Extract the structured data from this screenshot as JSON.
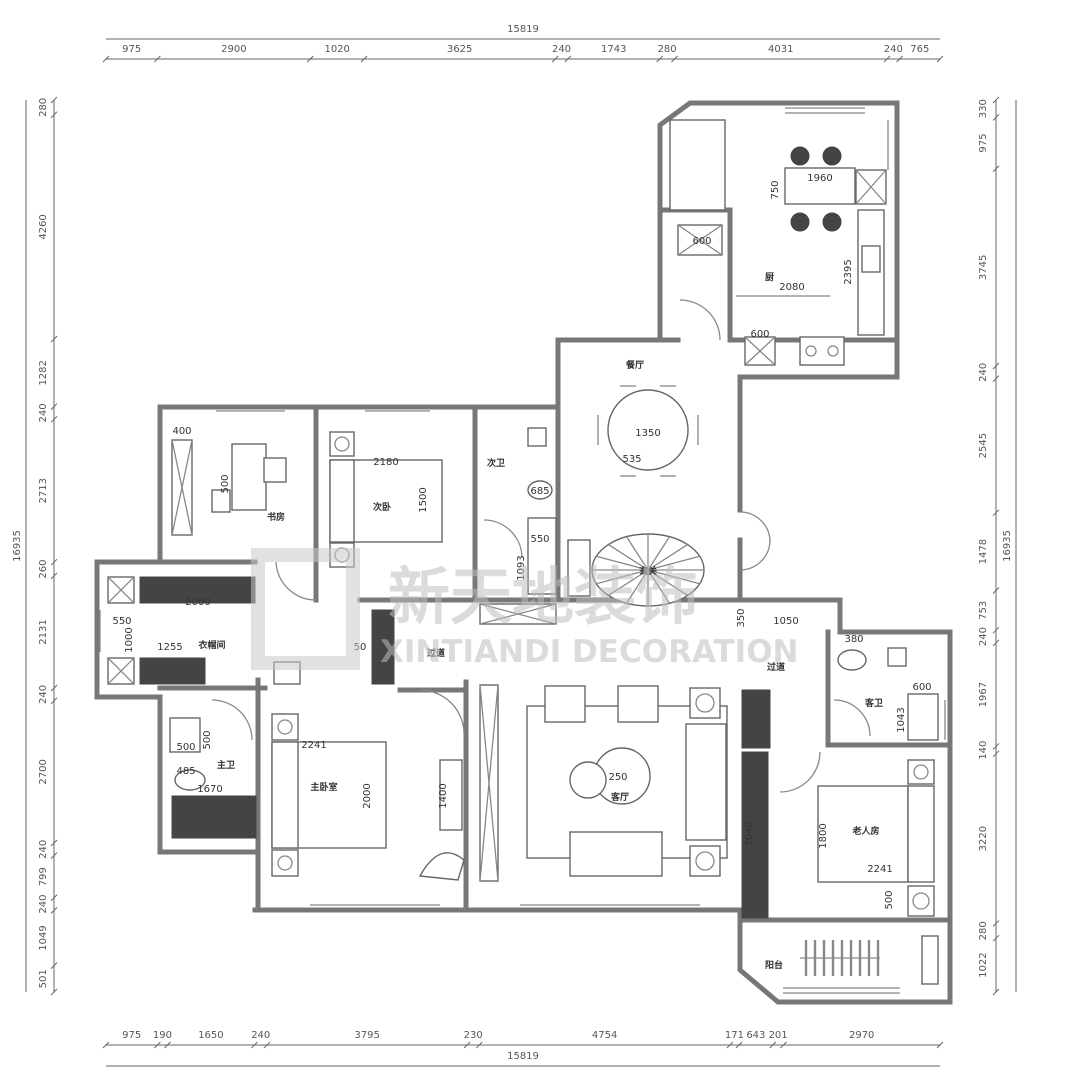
{
  "dimensions": {
    "top_total": "15819",
    "top": [
      "975",
      "2900",
      "1020",
      "3625",
      "240",
      "1743",
      "280",
      "4031",
      "240",
      "765"
    ],
    "bottom_total": "15819",
    "bottom": [
      "975",
      "190",
      "1650",
      "240",
      "3795",
      "230",
      "4754",
      "171",
      "643",
      "201",
      "2970"
    ],
    "left_total": "16935",
    "left": [
      "280",
      "4260",
      "1282",
      "240",
      "2713",
      "260",
      "2131",
      "240",
      "2700",
      "240",
      "799",
      "240",
      "1049",
      "501"
    ],
    "right_total": "16935",
    "right": [
      "330",
      "975",
      "3745",
      "240",
      "2545",
      "1478",
      "753",
      "240",
      "1967",
      "140",
      "3220",
      "280",
      "1022"
    ]
  },
  "rooms": {
    "study": "书房",
    "second_bedroom": "次卧",
    "second_bath": "次卫",
    "dining": "餐厅",
    "kitchen": "厨",
    "cloakroom": "衣帽间",
    "corridor_left": "过道",
    "master_bath": "主卫",
    "master_bedroom": "主卧室",
    "living": "客厅",
    "corridor_right": "过道",
    "guest_bath": "客卫",
    "elder_bedroom": "老人房",
    "balcony": "阳台",
    "entry": "玄关"
  },
  "measurements": {
    "kitchen_table": "1960",
    "kitchen_depth": "750",
    "kitchen_width": "2080",
    "kitchen_side": "2395",
    "kitchen_cab": "600",
    "kitchen_fridge": "600",
    "dining_table": "1350",
    "dining_sub": "535",
    "study_desk_a": "400",
    "study_desk_b": "500",
    "bed2_w": "2180",
    "bed2_l": "1500",
    "bath2_a": "685",
    "bath2_b": "550",
    "bath2_c": "1093",
    "cloak_a": "2000",
    "cloak_b": "550",
    "cloak_c": "1255",
    "cloak_d": "1000",
    "master_bath_a": "500",
    "master_bath_b": "485",
    "master_bath_c": "1670",
    "master_bath_d": "500",
    "master_bed_w": "2241",
    "master_bed_l": "2000",
    "master_ward": "1400",
    "living_a": "250",
    "corr_a": "1050",
    "corr_b": "350",
    "guest_a": "380",
    "guest_b": "600",
    "guest_c": "1043",
    "elder_w": "2241",
    "elder_l": "1800",
    "elder_c": "500",
    "elder_ward": "3040",
    "corr_left_a": "50"
  },
  "watermark": {
    "cn": "新天地装饰",
    "en": "XINTIANDI DECORATION"
  }
}
